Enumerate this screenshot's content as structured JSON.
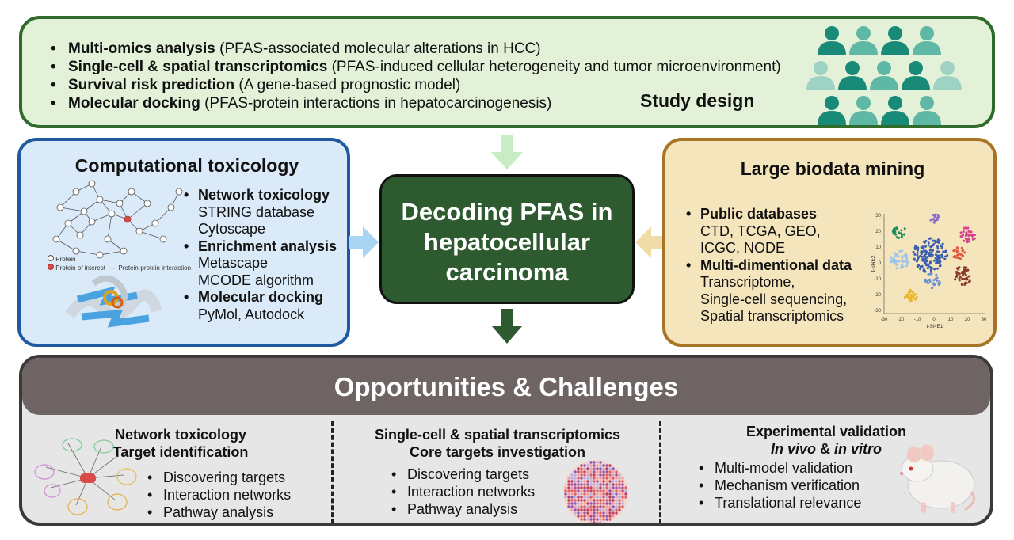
{
  "study": {
    "items": [
      {
        "bold": "Multi-omics analysis",
        "rest": " (PFAS-associated molecular alterations in HCC)"
      },
      {
        "bold": "Single-cell & spatial transcriptomics",
        "rest": " (PFAS-induced cellular heterogeneity and tumor microenvironment)"
      },
      {
        "bold": "Survival risk prediction",
        "rest": " (A gene-based prognostic model)"
      },
      {
        "bold": "Molecular docking",
        "rest": " (PFAS-protein interactions in hepatocarcinogenesis)"
      }
    ],
    "title": "Study design",
    "icon": "people-group-icon",
    "colors": [
      "#1a8a78",
      "#5fb8a6",
      "#9ed3c4"
    ]
  },
  "computational": {
    "title": "Computational toxicology",
    "list": [
      {
        "text": "Network toxicology",
        "heading": true
      },
      {
        "text": "STRING database",
        "heading": false
      },
      {
        "text": "Cytoscape",
        "heading": false
      },
      {
        "text": "Enrichment analysis",
        "heading": true
      },
      {
        "text": "Metascape",
        "heading": false
      },
      {
        "text": "MCODE algorithm",
        "heading": false
      },
      {
        "text": "Molecular docking",
        "heading": true
      },
      {
        "text": "PyMol, Autodock",
        "heading": false
      }
    ],
    "legend": {
      "protein": "Protein",
      "protein_of_interest": "Protein of interest",
      "ppi": "Protein-protein interaction"
    },
    "accent": "#1f5aa0"
  },
  "center": {
    "lines": [
      "Decoding PFAS in",
      "hepatocellular",
      "carcinoma"
    ],
    "bg": "#2d5a2e"
  },
  "biodata": {
    "title": "Large biodata mining",
    "list": [
      {
        "text": "Public databases",
        "heading": true
      },
      {
        "text": "CTD, TCGA, GEO,",
        "heading": false
      },
      {
        "text": "ICGC, NODE",
        "heading": false
      },
      {
        "text": "Multi-dimentional data",
        "heading": true
      },
      {
        "text": "Transcriptome,",
        "heading": false
      },
      {
        "text": "Single-cell sequencing,",
        "heading": false
      },
      {
        "text": "Spatial transcriptomics",
        "heading": false
      }
    ],
    "tsne": {
      "xlabel": "t-SNE1",
      "ylabel": "t-SNE2",
      "xticks": [
        "-30",
        "-20",
        "-10",
        "0",
        "10",
        "20",
        "30"
      ],
      "yticks": [
        "30",
        "20",
        "10",
        "0",
        "-10",
        "-20",
        "-30"
      ]
    },
    "accent": "#a87526"
  },
  "opportunities": {
    "title": "Opportunities & Challenges",
    "sections": [
      {
        "title_lines": [
          "Network toxicology",
          "Target identification"
        ],
        "items": [
          "Discovering targets",
          "Interaction networks",
          "Pathway analysis"
        ]
      },
      {
        "title_lines": [
          "Single-cell & spatial transcriptomics",
          "Core targets investigation"
        ],
        "items": [
          "Discovering targets",
          "Interaction networks",
          "Pathway analysis"
        ]
      },
      {
        "title_lines": [
          "Experimental validation"
        ],
        "subtitle": {
          "a": "In vivo",
          "amp": " & ",
          "b": "in vitro"
        },
        "items": [
          "Multi-model validation",
          "Mechanism verification",
          "Translational relevance"
        ]
      }
    ]
  }
}
